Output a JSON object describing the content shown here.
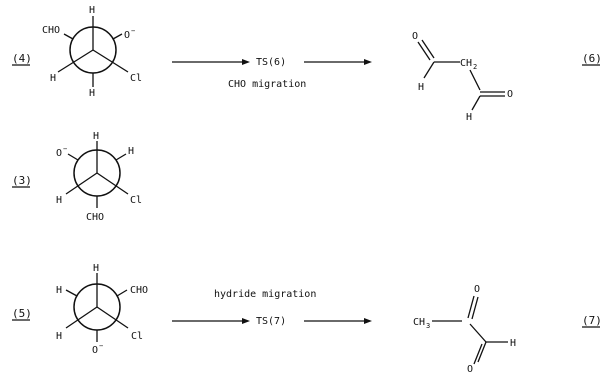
{
  "compounds": {
    "c4": {
      "label": "(4)",
      "front": [
        "H",
        "CHO",
        "O",
        "−",
        "H",
        "Cl",
        "H"
      ],
      "back": []
    },
    "c3": {
      "label": "(3)",
      "atoms": [
        "H",
        "O",
        "−",
        "H",
        "H",
        "Cl",
        "CHO"
      ]
    },
    "c5": {
      "label": "(5)",
      "atoms": [
        "H",
        "H",
        "CHO",
        "H",
        "O",
        "−",
        "Cl"
      ]
    }
  },
  "reactions": {
    "r6": {
      "ts": "TS(6)",
      "note": "CHO migration",
      "product_label": "(6)",
      "atoms": [
        "O",
        "C",
        "CH",
        "2",
        "H",
        "C",
        "O",
        "H"
      ]
    },
    "r7": {
      "ts": "TS(7)",
      "note": "hydride migration",
      "product_label": "(7)",
      "atoms": [
        "CH",
        "3",
        "C",
        "O",
        "C",
        "H",
        "O"
      ]
    }
  }
}
